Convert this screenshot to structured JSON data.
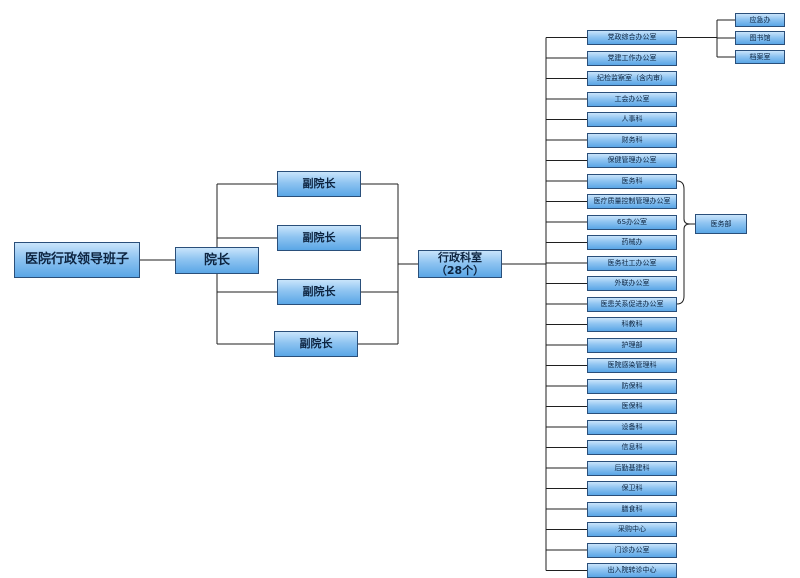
{
  "root": "医院行政领导班子",
  "dean": "院长",
  "vice_deans": [
    "副院长",
    "副院长",
    "副院长",
    "副院长"
  ],
  "admin": {
    "line1": "行政科室",
    "line2": "（28个）"
  },
  "departments": [
    "党政综合办公室",
    "党建工作办公室",
    "纪检监察室（含内审）",
    "工会办公室",
    "人事科",
    "财务科",
    "保健管理办公室",
    "医务科",
    "医疗质量控制管理办公室",
    "6S办公室",
    "药械办",
    "医务社工办公室",
    "外联办公室",
    "医患关系促进办公室",
    "科教科",
    "护理部",
    "医院感染管理科",
    "防保科",
    "医保科",
    "设备科",
    "信息科",
    "后勤基建科",
    "保卫科",
    "膳食科",
    "采购中心",
    "门诊办公室",
    "出入院转诊中心"
  ],
  "sub_offices": [
    "应急办",
    "图书馆",
    "档案室"
  ],
  "medical_group": "医务部"
}
